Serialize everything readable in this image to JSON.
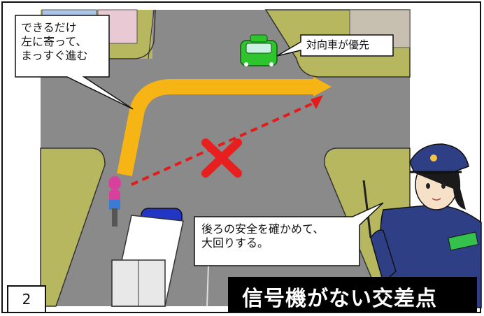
{
  "panel_number": "2",
  "bubbles": {
    "left_instruction": "できるだけ\n左に寄って、\nまっすぐ進む",
    "oncoming_priority": "対向車が優先",
    "officer_advice": "後ろの安全を確かめて、\n大回りする。"
  },
  "title": "信号機がない交差点",
  "colors": {
    "road": "#8a8a8a",
    "grass": "#b7b760",
    "arrow_turn": "#f6b415",
    "arrow_wrong": "#e41b1b",
    "x_mark": "#e81f1f",
    "oncoming_car": "#2ec42e",
    "uniform": "#2f3f86",
    "title_bg": "#000000",
    "title_text": "#ffffff"
  },
  "icons": {
    "wrong_path_mark": "x-mark-icon",
    "car": "green-car-icon",
    "truck": "white-truck-icon",
    "cyclist": "cyclist-icon",
    "officer": "police-officer-icon"
  }
}
